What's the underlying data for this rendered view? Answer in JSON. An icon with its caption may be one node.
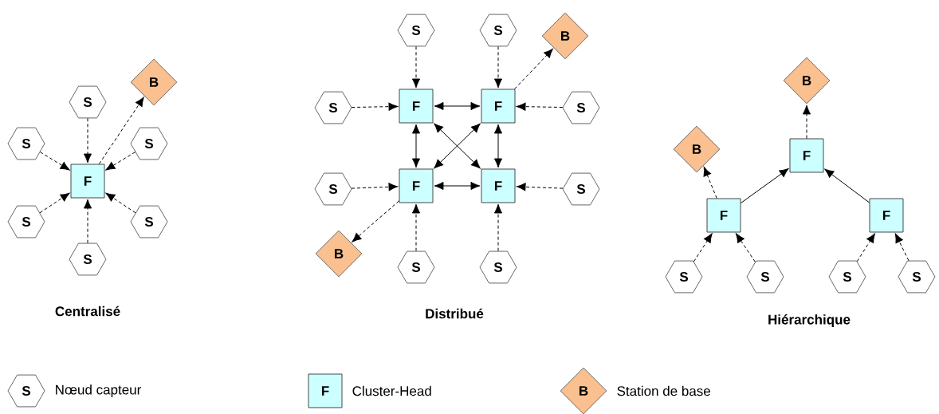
{
  "diagram": {
    "nodes": [
      {
        "text": [
          "S"
        ]
      },
      {
        "text": [
          "B"
        ]
      },
      {
        "text": [
          "S"
        ]
      },
      {
        "text": [
          "F"
        ]
      },
      {
        "text": [
          "S"
        ]
      },
      {
        "text": [
          "S"
        ]
      },
      {
        "text": [
          "S"
        ]
      },
      {
        "text": [
          "S"
        ]
      },
      {
        "text": [
          "S"
        ]
      },
      {
        "text": [
          "S"
        ]
      },
      {
        "text": [
          "B"
        ]
      },
      {
        "text": [
          "S"
        ]
      },
      {
        "text": [
          "F"
        ]
      },
      {
        "text": [
          "F"
        ]
      },
      {
        "text": [
          "S"
        ]
      },
      {
        "text": [
          "S"
        ]
      },
      {
        "text": [
          "F"
        ]
      },
      {
        "text": [
          "F"
        ]
      },
      {
        "text": [
          "S"
        ]
      },
      {
        "text": [
          "B"
        ]
      },
      {
        "text": [
          "S"
        ]
      },
      {
        "text": [
          "S"
        ]
      },
      {
        "text": [
          "B"
        ]
      },
      {
        "text": [
          "B"
        ]
      },
      {
        "text": [
          "F"
        ]
      },
      {
        "text": [
          "F"
        ]
      },
      {
        "text": [
          "F"
        ]
      },
      {
        "text": [
          "S"
        ]
      },
      {
        "text": [
          "S"
        ]
      },
      {
        "text": [
          "S"
        ]
      },
      {
        "text": [
          "S"
        ]
      },
      {
        "text": [
          "S"
        ],
        "beside": [
          "Nœud capteur"
        ]
      },
      {
        "text": [
          "F"
        ],
        "beside": [
          "Cluster-Head"
        ]
      },
      {
        "text": [
          "B"
        ],
        "beside": [
          "Station de base"
        ]
      }
    ],
    "edges": [
      {
        "from": 0,
        "to": 3,
        "arrow": "to",
        "style": "dashed"
      },
      {
        "from": 2,
        "to": 3,
        "arrow": "to",
        "style": "dashed"
      },
      {
        "from": 4,
        "to": 3,
        "arrow": "to",
        "style": "dashed"
      },
      {
        "from": 5,
        "to": 3,
        "arrow": "to",
        "style": "dashed"
      },
      {
        "from": 6,
        "to": 3,
        "arrow": "to",
        "style": "dashed"
      },
      {
        "from": 7,
        "to": 3,
        "arrow": "to",
        "style": "dashed"
      },
      {
        "from": 3,
        "to": 1,
        "arrow": "to",
        "style": "dashed"
      },
      {
        "from": 8,
        "to": 12,
        "arrow": "to",
        "style": "dashed"
      },
      {
        "from": 9,
        "to": 13,
        "arrow": "to",
        "style": "dashed"
      },
      {
        "from": 13,
        "to": 10,
        "arrow": "to",
        "style": "dashed"
      },
      {
        "from": 11,
        "to": 12,
        "arrow": "to",
        "style": "dashed"
      },
      {
        "from": 14,
        "to": 13,
        "arrow": "to",
        "style": "dashed"
      },
      {
        "from": 12,
        "to": 13,
        "arrow": "both"
      },
      {
        "from": 12,
        "to": 16,
        "arrow": "both"
      },
      {
        "from": 13,
        "to": 17,
        "arrow": "both"
      },
      {
        "from": 12,
        "to": 17,
        "arrow": "both"
      },
      {
        "from": 13,
        "to": 16,
        "arrow": "both"
      },
      {
        "from": 15,
        "to": 16,
        "arrow": "to",
        "style": "dashed"
      },
      {
        "from": 18,
        "to": 17,
        "arrow": "to",
        "style": "dashed"
      },
      {
        "from": 16,
        "to": 17,
        "arrow": "both"
      },
      {
        "from": 16,
        "to": 19,
        "arrow": "to",
        "style": "dashed"
      },
      {
        "from": 20,
        "to": 16,
        "arrow": "to",
        "style": "dashed"
      },
      {
        "from": 21,
        "to": 17,
        "arrow": "to",
        "style": "dashed"
      },
      {
        "from": 24,
        "to": 22,
        "arrow": "to",
        "style": "dashed"
      },
      {
        "from": 25,
        "to": 23,
        "arrow": "to",
        "style": "dashed"
      },
      {
        "from": 25,
        "to": 24,
        "arrow": "to"
      },
      {
        "from": 26,
        "to": 24,
        "arrow": "to"
      },
      {
        "from": 27,
        "to": 25,
        "arrow": "to",
        "style": "dashed"
      },
      {
        "from": 28,
        "to": 25,
        "arrow": "to",
        "style": "dashed"
      },
      {
        "from": 29,
        "to": 26,
        "arrow": "to",
        "style": "dashed"
      },
      {
        "from": 30,
        "to": 26,
        "arrow": "to",
        "style": "dashed"
      }
    ],
    "labels": [
      "Centralisé",
      "Distribué",
      "Hiérarchique"
    ]
  }
}
